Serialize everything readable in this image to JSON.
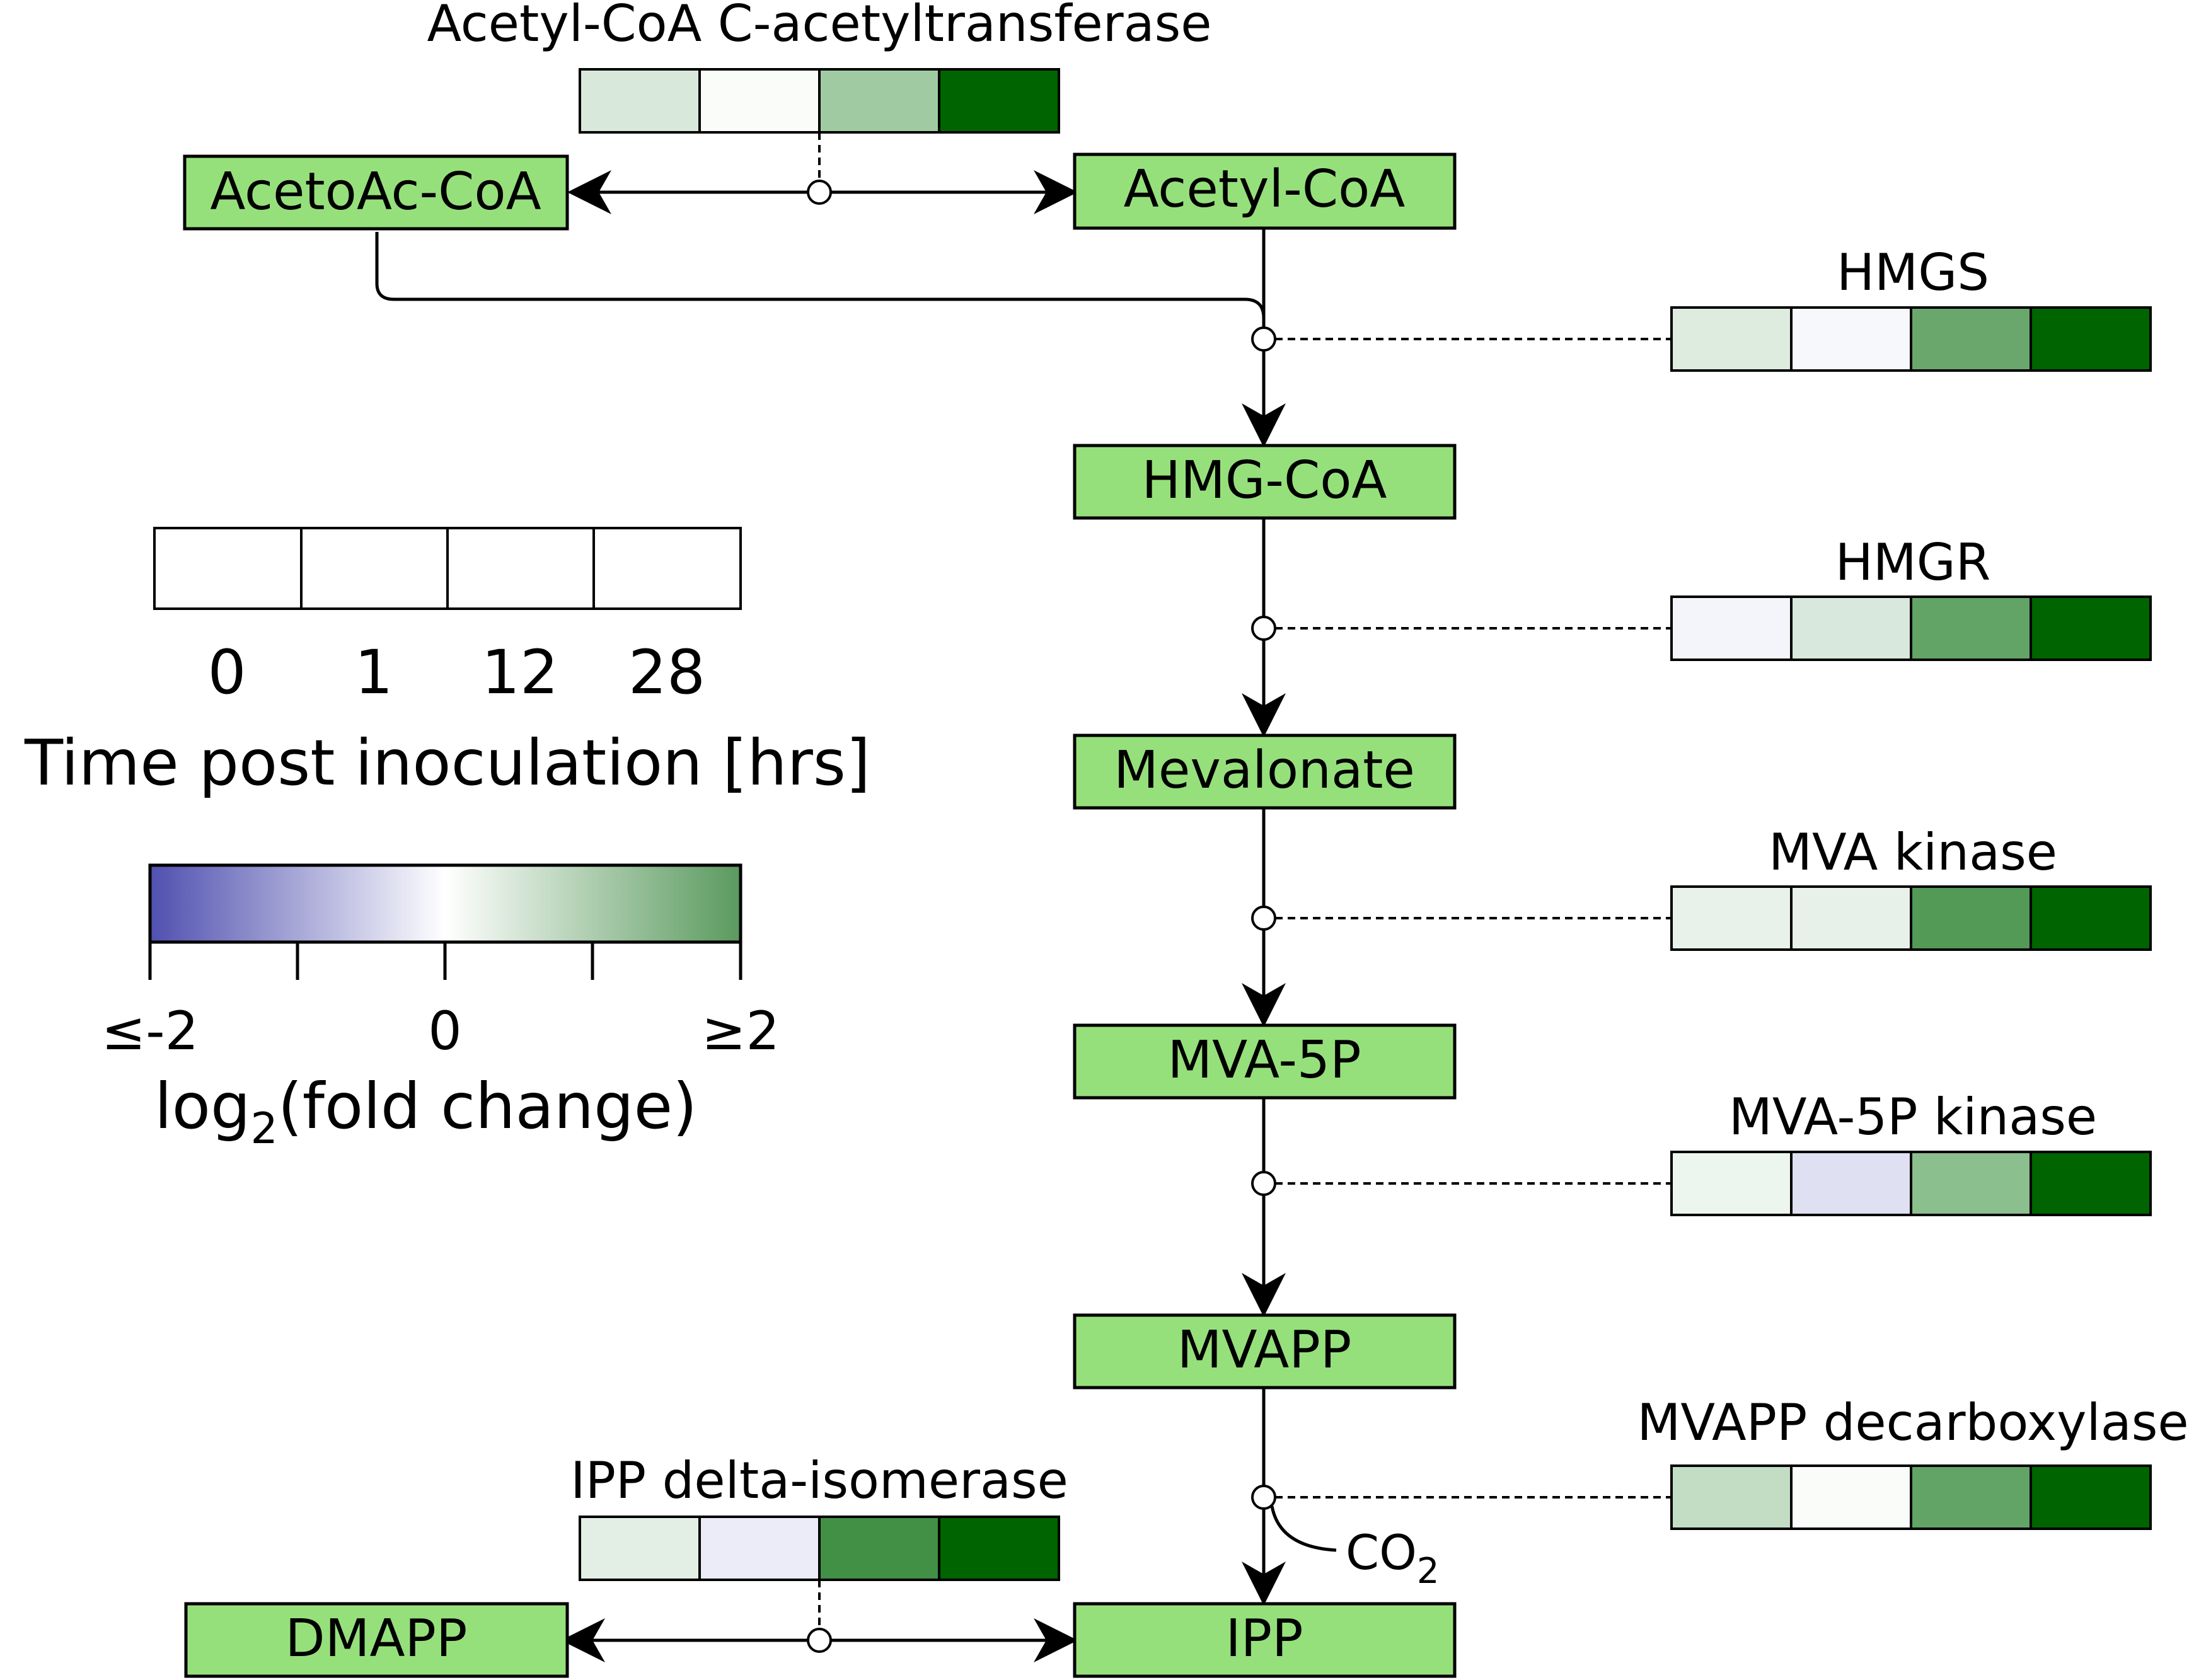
{
  "metabolites": {
    "acetoacetyl_coa": "AcetoAc-CoA",
    "acetyl_coa": "Acetyl-CoA",
    "hmg_coa": "HMG-CoA",
    "mevalonate": "Mevalonate",
    "mva_5p": "MVA-5P",
    "mvapp": "MVAPP",
    "ipp": "IPP",
    "dmapp": "DMAPP"
  },
  "enzymes": {
    "acat": {
      "name": "Acetyl-CoA C-acetyltransferase",
      "colors": [
        "#d8e9db",
        "#f9fcf9",
        "#a0cba2",
        "#006400"
      ]
    },
    "hmgs": {
      "name": "HMGS",
      "colors": [
        "#deece0",
        "#f7f8fc",
        "#6aa76d",
        "#006400"
      ]
    },
    "hmgr": {
      "name": "HMGR",
      "colors": [
        "#f4f4fb",
        "#d9e8dc",
        "#62a466",
        "#006400"
      ]
    },
    "mva_kinase": {
      "name": "MVA kinase",
      "colors": [
        "#e8f2ea",
        "#e7f1e9",
        "#529a56",
        "#006400"
      ]
    },
    "mva5p_kinase": {
      "name": "MVA-5P kinase",
      "colors": [
        "#ecf5ee",
        "#dfe0f1",
        "#8bbf8d",
        "#006400"
      ]
    },
    "mvapp_decarboxylase": {
      "name": "MVAPP decarboxylase",
      "colors": [
        "#c3ddc5",
        "#f9fcf9",
        "#62a466",
        "#006400"
      ]
    },
    "ipp_isomerase": {
      "name": "IPP delta-isomerase",
      "colors": [
        "#e3efe5",
        "#ececf8",
        "#428f46",
        "#006400"
      ]
    }
  },
  "byproduct": {
    "co2": "CO",
    "co2_sub": "2"
  },
  "legend": {
    "time_points": [
      "0",
      "1",
      "12",
      "28"
    ],
    "time_title": "Time post inoculation [hrs]",
    "scale_ticks": [
      "≤-2",
      "0",
      "≥2"
    ],
    "scale_title_pre": "log",
    "scale_title_sub": "2",
    "scale_title_post": "(fold change)",
    "scale_colors": {
      "low": "#5050b0",
      "mid": "#ffffff",
      "high": "#5a9a5e"
    }
  },
  "colors": {
    "node_fill": "#96e07c",
    "line": "#000000"
  }
}
